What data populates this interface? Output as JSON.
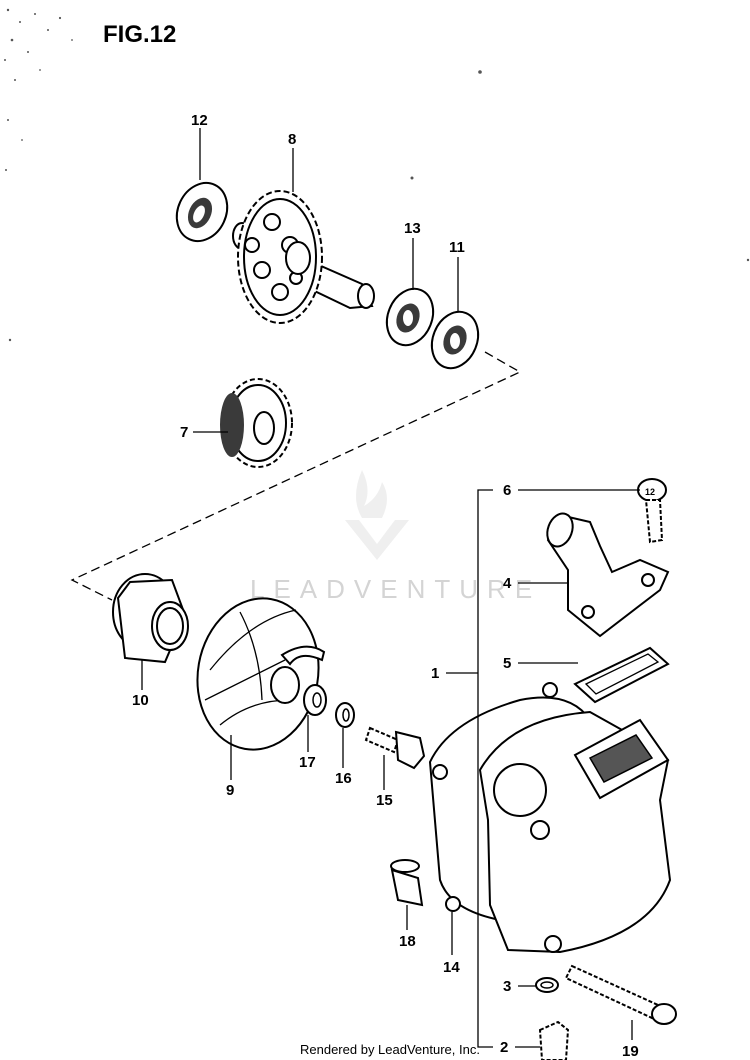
{
  "figure": {
    "title": "FIG.12"
  },
  "watermark": {
    "text": "LEADVENTURE"
  },
  "footer": {
    "credit": "Rendered by LeadVenture, Inc."
  },
  "callouts": {
    "p1": "1",
    "p2": "2",
    "p3": "3",
    "p4": "4",
    "p5": "5",
    "p6": "6",
    "p7": "7",
    "p8": "8",
    "p9": "9",
    "p10": "10",
    "p11": "11",
    "p12": "12",
    "p13": "13",
    "p14": "14",
    "p15": "15",
    "p16": "16",
    "p17": "17",
    "p18": "18",
    "p19": "19"
  },
  "bolt_head_mark": {
    "p6": "12"
  }
}
